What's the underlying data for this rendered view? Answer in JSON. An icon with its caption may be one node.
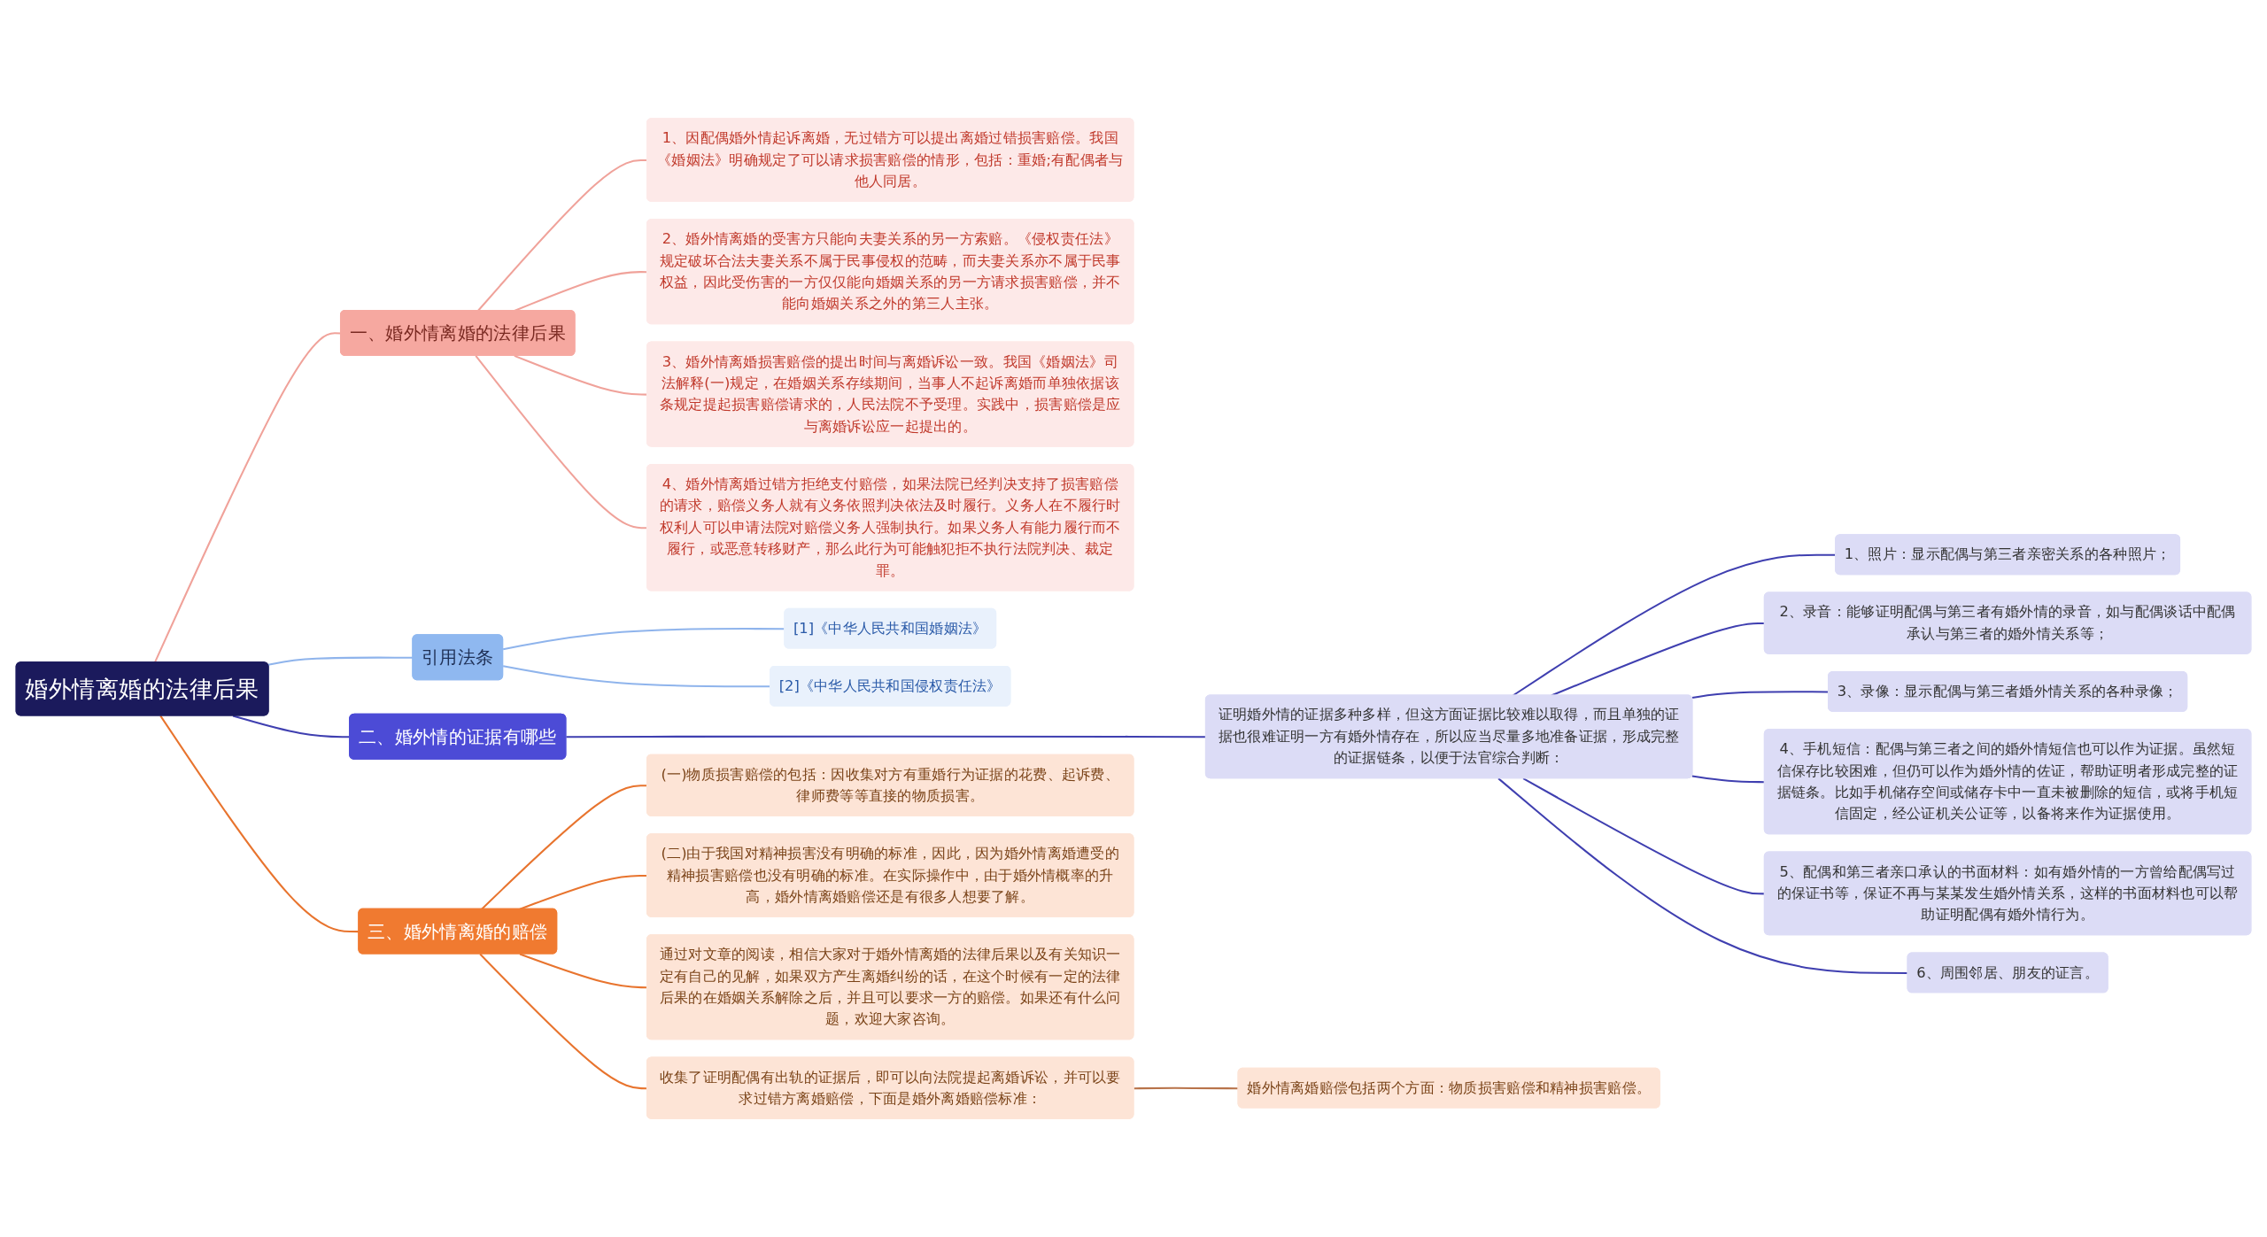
{
  "diagram": {
    "nodes": [
      {
        "text": [
          "婚外情离婚的法律后果"
        ]
      },
      {
        "text": [
          "一、婚外情离婚的法律后果"
        ]
      },
      {
        "text": [
          "1、因配偶婚外情起诉离婚，无过错方可以提出离婚过错损害赔偿。我国《婚姻法》明确规定了可以请求损害赔偿的情形，包括：重婚;有配偶者与他人同居。"
        ]
      },
      {
        "text": [
          "2、婚外情离婚的受害方只能向夫妻关系的另一方索赔。《侵权责任法》规定破坏合法夫妻关系不属于民事侵权的范畴，而夫妻关系亦不属于民事权益，因此受伤害的一方仅仅能向婚姻关系的另一方请求损害赔偿，并不能向婚姻关系之外的第三人主张。"
        ]
      },
      {
        "text": [
          "3、婚外情离婚损害赔偿的提出时间与离婚诉讼一致。我国《婚姻法》司法解释(一)规定，在婚姻关系存续期间，当事人不起诉离婚而单独依据该条规定提起损害赔偿请求的，人民法院不予受理。实践中，损害赔偿是应与离婚诉讼应一起提出的。"
        ]
      },
      {
        "text": [
          "4、婚外情离婚过错方拒绝支付赔偿，如果法院已经判决支持了损害赔偿的请求，赔偿义务人就有义务依照判决依法及时履行。义务人在不履行时权利人可以申请法院对赔偿义务人强制执行。如果义务人有能力履行而不履行，或恶意转移财产，那么此行为可能触犯拒不执行法院判决、裁定罪。"
        ]
      },
      {
        "text": [
          "二、婚外情的证据有哪些"
        ]
      },
      {
        "text": [
          "证明婚外情的证据多种多样，但这方面证据比较难以取得，而且单独的证据也很难证明一方有婚外情存在，所以应当尽量多地准备证据，形成完整的证据链条，以便于法官综合判断："
        ]
      },
      {
        "text": [
          "1、照片：显示配偶与第三者亲密关系的各种照片；"
        ]
      },
      {
        "text": [
          "2、录音：能够证明配偶与第三者有婚外情的录音，如与配偶谈话中配偶承认与第三者的婚外情关系等；"
        ]
      },
      {
        "text": [
          "3、录像：显示配偶与第三者婚外情关系的各种录像；"
        ]
      },
      {
        "text": [
          "4、手机短信：配偶与第三者之间的婚外情短信也可以作为证据。虽然短信保存比较困难，但仍可以作为婚外情的佐证，帮助证明者形成完整的证据链条。比如手机储存空间或储存卡中一直未被删除的短信，或将手机短信固定，经公证机关公证等，以备将来作为证据使用。"
        ]
      },
      {
        "text": [
          "5、配偶和第三者亲口承认的书面材料：如有婚外情的一方曾给配偶写过的保证书等，保证不再与某某发生婚外情关系，这样的书面材料也可以帮助证明配偶有婚外情行为。"
        ]
      },
      {
        "text": [
          "6、周围邻居、朋友的证言。"
        ]
      },
      {
        "text": [
          "引用法条"
        ]
      },
      {
        "text": [
          "[1]《中华人民共和国婚姻法》"
        ]
      },
      {
        "text": [
          "[2]《中华人民共和国侵权责任法》"
        ]
      },
      {
        "text": [
          "三、婚外情离婚的赔偿"
        ]
      },
      {
        "text": [
          "收集了证明配偶有出轨的证据后，即可以向法院提起离婚诉讼，并可以要求过错方离婚赔偿，下面是婚外离婚赔偿标准："
        ]
      },
      {
        "text": [
          "婚外情离婚赔偿包括两个方面：物质损害赔偿和精神损害赔偿。"
        ]
      },
      {
        "text": [
          "(一)物质损害赔偿的包括：因收集对方有重婚行为证据的花费、起诉费、律师费等等直接的物质损害。"
        ]
      },
      {
        "text": [
          "(二)由于我国对精神损害没有明确的标准，因此，因为婚外情离婚遭受的精神损害赔偿也没有明确的标准。在实际操作中，由于婚外情概率的升高，婚外情离婚赔偿还是有很多人想要了解。"
        ]
      },
      {
        "text": [
          "通过对文章的阅读，相信大家对于婚外情离婚的法律后果以及有关知识一定有自己的见解，如果双方产生离婚纠纷的话，在这个时候有一定的法律后果的在婚姻关系解除之后，并且可以要求一方的赔偿。如果还有什么问题，欢迎大家咨询。"
        ]
      }
    ],
    "edges": [
      {
        "from": 0,
        "to": 1,
        "arrow": "none",
        "color": "#f0a29a"
      },
      {
        "from": 1,
        "to": 2,
        "arrow": "none",
        "color": "#f0a29a"
      },
      {
        "from": 1,
        "to": 3,
        "arrow": "none",
        "color": "#f0a29a"
      },
      {
        "from": 1,
        "to": 4,
        "arrow": "none",
        "color": "#f0a29a"
      },
      {
        "from": 1,
        "to": 5,
        "arrow": "none",
        "color": "#f0a29a"
      },
      {
        "from": 0,
        "to": 6,
        "arrow": "none"
      },
      {
        "from": 6,
        "to": 7,
        "arrow": "none"
      },
      {
        "from": 7,
        "to": 8,
        "arrow": "none"
      },
      {
        "from": 7,
        "to": 9,
        "arrow": "none"
      },
      {
        "from": 7,
        "to": 10,
        "arrow": "none"
      },
      {
        "from": 7,
        "to": 11,
        "arrow": "none"
      },
      {
        "from": 7,
        "to": 12,
        "arrow": "none"
      },
      {
        "from": 7,
        "to": 13,
        "arrow": "none"
      },
      {
        "from": 0,
        "to": 14,
        "arrow": "none",
        "color": "#8fb4ec"
      },
      {
        "from": 14,
        "to": 15,
        "arrow": "none",
        "color": "#8fb4ec"
      },
      {
        "from": 14,
        "to": 16,
        "arrow": "none",
        "color": "#8fb4ec"
      },
      {
        "from": 0,
        "to": 17,
        "arrow": "none",
        "color": "#e8742e"
      },
      {
        "from": 17,
        "to": 18,
        "arrow": "none",
        "color": "#e8742e"
      },
      {
        "from": 18,
        "to": 19,
        "arrow": "none",
        "color": "#b8734a"
      },
      {
        "from": 17,
        "to": 20,
        "arrow": "none",
        "color": "#e8742e"
      },
      {
        "from": 17,
        "to": 21,
        "arrow": "none",
        "color": "#e8742e"
      },
      {
        "from": 17,
        "to": 22,
        "arrow": "none",
        "color": "#e8742e"
      }
    ]
  }
}
